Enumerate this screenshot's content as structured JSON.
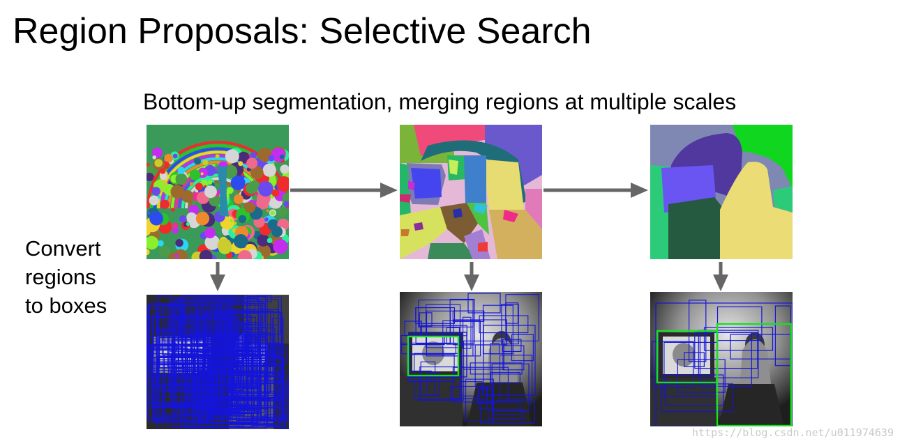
{
  "title": "Region Proposals: Selective Search",
  "subtitle": "Bottom-up segmentation, merging regions at multiple scales",
  "side_label": [
    "Convert",
    "regions",
    "to boxes"
  ],
  "watermark": "https://blog.csdn.net/u011974639",
  "colors": {
    "arrow": "#666666",
    "box_blue": "#1515d8",
    "box_green": "#19e01f",
    "photo_dark": "#1c1c1c",
    "photo_mid": "#7a7a7a"
  },
  "panels": [
    {
      "name": "segmentation-fine",
      "kind": "segmentation",
      "level": "fine"
    },
    {
      "name": "segmentation-medium",
      "kind": "segmentation",
      "level": "medium"
    },
    {
      "name": "segmentation-coarse",
      "kind": "segmentation",
      "level": "coarse"
    },
    {
      "name": "boxes-fine",
      "kind": "boxes",
      "level": "fine"
    },
    {
      "name": "boxes-medium",
      "kind": "boxes",
      "level": "medium"
    },
    {
      "name": "boxes-coarse",
      "kind": "boxes",
      "level": "coarse"
    }
  ],
  "arrows": [
    {
      "name": "arrow-fine-to-medium",
      "direction": "right"
    },
    {
      "name": "arrow-medium-to-coarse",
      "direction": "right"
    },
    {
      "name": "arrow-fine-down",
      "direction": "down"
    },
    {
      "name": "arrow-medium-down",
      "direction": "down"
    },
    {
      "name": "arrow-coarse-down",
      "direction": "down"
    }
  ]
}
